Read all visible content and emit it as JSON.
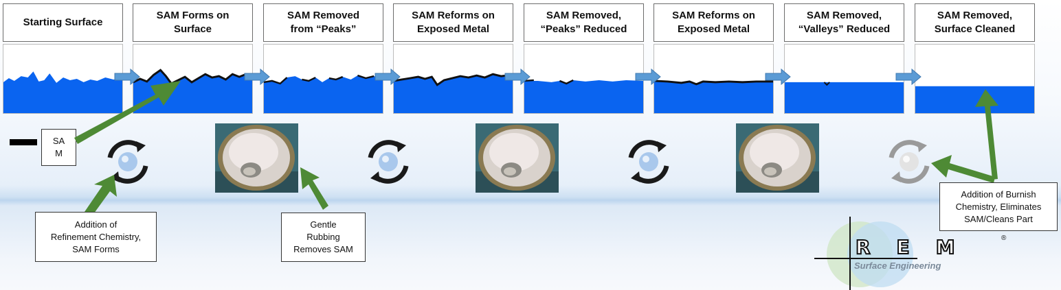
{
  "colors": {
    "metal": "#0a64f0",
    "sam_layer": "#111111",
    "arrow_green": "#4e8a35",
    "flow_arrow": "#5b9bd5",
    "cycle_dark": "#1a1a1a",
    "cycle_faded": "#9a9a9a"
  },
  "stages": [
    {
      "title": "Starting Surface"
    },
    {
      "title": "SAM Forms on\nSurface"
    },
    {
      "title": "SAM Removed\nfrom “Peaks”"
    },
    {
      "title": "SAM Reforms on\nExposed Metal"
    },
    {
      "title": "SAM Removed,\n“Peaks” Reduced"
    },
    {
      "title": "SAM Reforms on\nExposed Metal"
    },
    {
      "title": "SAM Removed,\n“Valleys” Reduced"
    },
    {
      "title": "SAM Removed,\nSurface Cleaned"
    }
  ],
  "legend": {
    "label": "SA\nM"
  },
  "callouts": {
    "refinement": "Addition of\nRefinement Chemistry,\nSAM Forms",
    "rubbing": "Gentle\nRubbing\nRemoves SAM",
    "burnish": "Addition of Burnish\nChemistry, Eliminates\nSAM/Cleans Part"
  },
  "icons": {
    "cycle": "refresh-cycle-icon",
    "photo": "vibratory-bowl-photo",
    "flow": "right-arrow-icon"
  },
  "logo": {
    "letters": "REM",
    "registered": "®",
    "subtitle": "Surface Engineering"
  }
}
